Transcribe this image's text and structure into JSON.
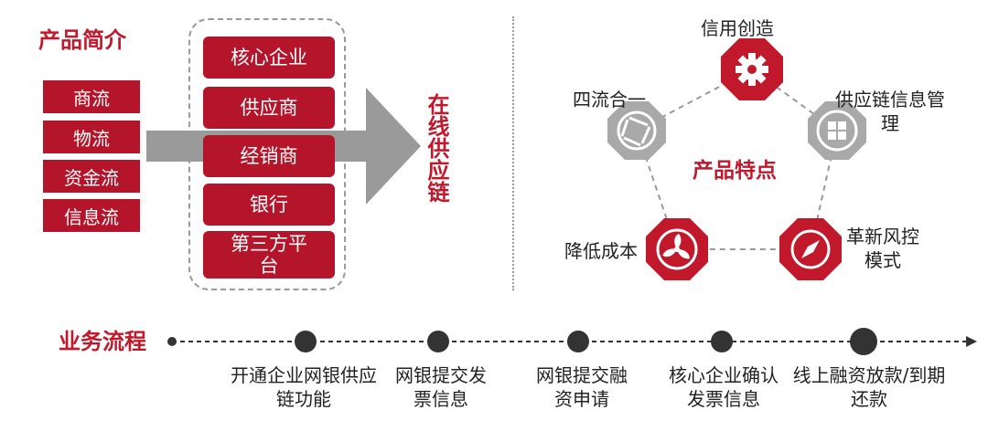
{
  "product_intro": {
    "title": "产品简介",
    "flows": [
      "商流",
      "物流",
      "资金流",
      "信息流"
    ],
    "participants": [
      "核心企业",
      "供应商",
      "经销商",
      "银行",
      "第三方平台"
    ],
    "vertical_label": "在线供应链"
  },
  "features": {
    "center": "产品特点",
    "items": [
      {
        "label": "信用创造",
        "icon": "gear-icon"
      },
      {
        "label": "供应链信息管理",
        "icon": "windows-icon"
      },
      {
        "label": "革新风控模式",
        "icon": "compass-icon"
      },
      {
        "label": "降低成本",
        "icon": "fan-icon"
      },
      {
        "label": "四流合一",
        "icon": "aperture-icon"
      }
    ]
  },
  "process": {
    "title": "业务流程",
    "steps": [
      "开通企业网银供应链功能",
      "网银提交发票信息",
      "网银提交融资申请",
      "核心企业确认发票信息",
      "线上融资放款/到期还款"
    ]
  },
  "colors": {
    "accent": "#c2182b",
    "box": "#b4152a",
    "gray": "#9a9a9a",
    "dark": "#333333"
  }
}
